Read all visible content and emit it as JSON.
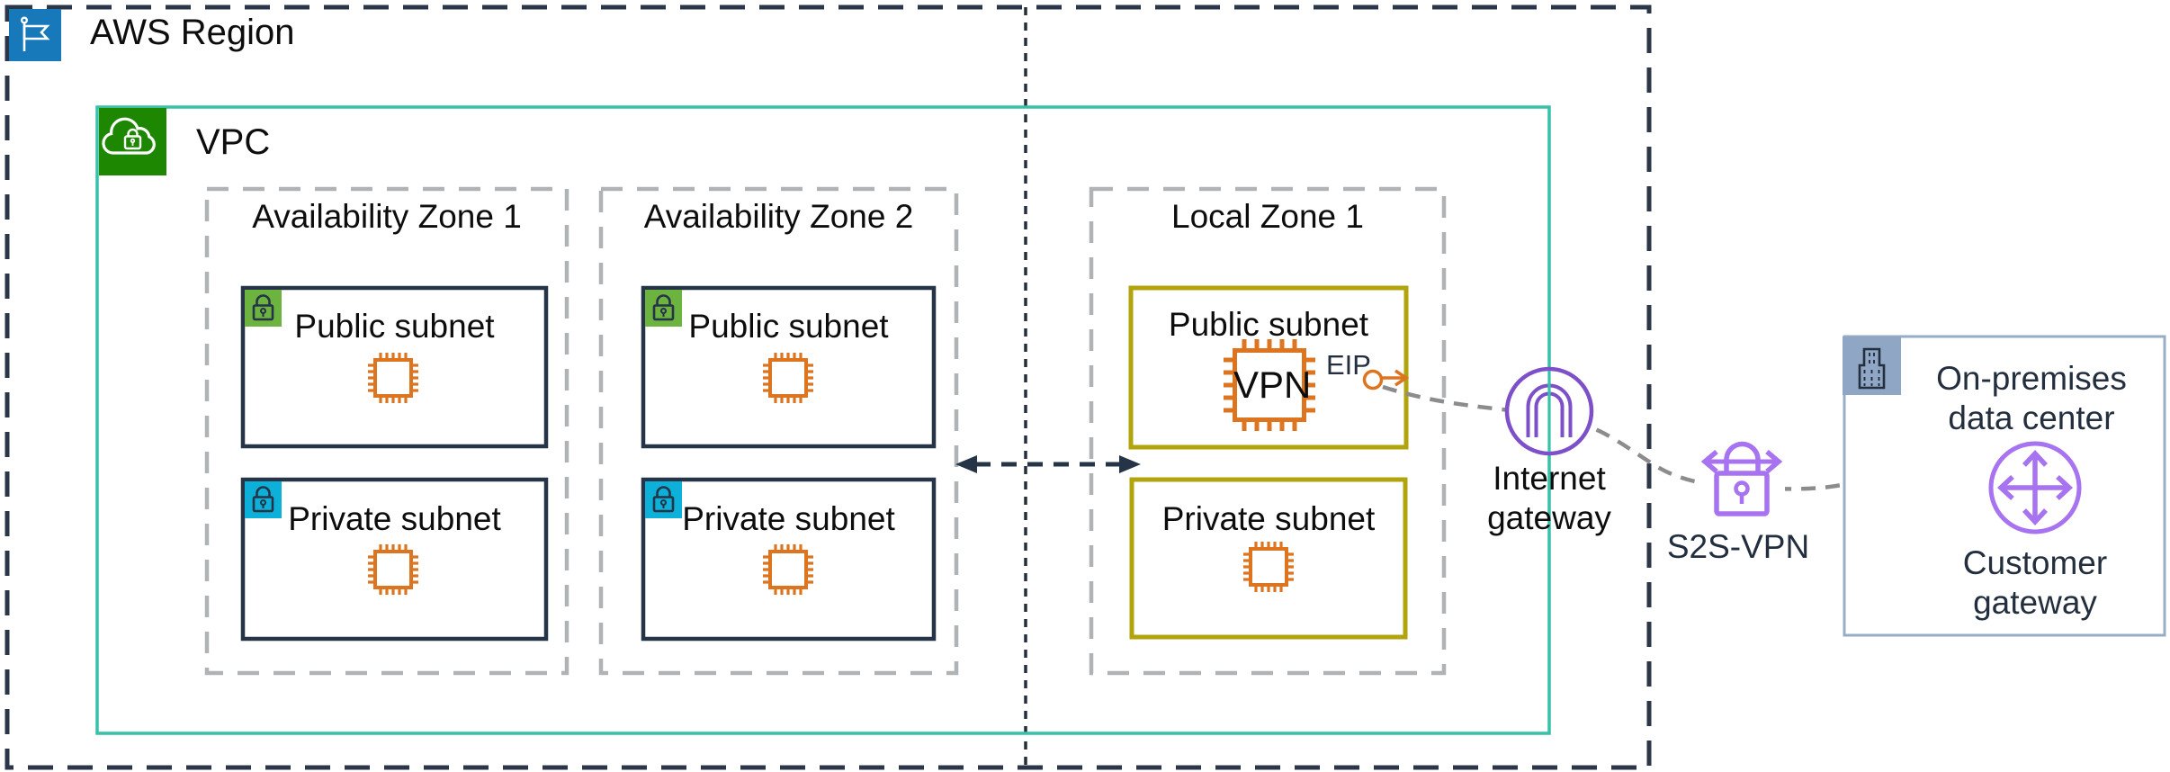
{
  "region": {
    "label": "AWS Region"
  },
  "vpc": {
    "label": "VPC"
  },
  "availability_zone_1": {
    "label": "Availability Zone 1",
    "public_subnet": "Public subnet",
    "private_subnet": "Private subnet"
  },
  "availability_zone_2": {
    "label": "Availability Zone 2",
    "public_subnet": "Public subnet",
    "private_subnet": "Private subnet"
  },
  "local_zone_1": {
    "label": "Local Zone 1",
    "public_subnet": "Public subnet",
    "private_subnet": "Private subnet",
    "vpn_instance_label": "VPN",
    "eip_label": "EIP"
  },
  "internet_gateway": {
    "label": "Internet gateway"
  },
  "s2s_vpn": {
    "label": "S2S-VPN"
  },
  "on_premises": {
    "label": "On-premises data center",
    "customer_gateway": {
      "label": "Customer gateway"
    }
  },
  "icons": {
    "region_icon": "flag-icon",
    "vpc_icon": "cloud-lock-icon",
    "public_subnet_icon": "lock-icon-green",
    "private_subnet_icon": "lock-icon-cyan",
    "instance_icon": "chip-icon",
    "eip_icon": "eip-attachment-icon",
    "internet_gateway_icon": "gateway-arch-icon",
    "s2s_vpn_icon": "vpn-lock-arrows-icon",
    "on_premises_icon": "building-icon",
    "customer_gateway_icon": "cross-arrows-icon"
  },
  "colors": {
    "region_border": "#2b3648",
    "region_icon_blue": "#1779ba",
    "vpc_border": "#38c1a8",
    "vpc_icon_green": "#1e8702",
    "zone_border_gray": "#b0b3b5",
    "subnet_border_navy": "#253447",
    "subnet_border_yellow": "#b2a40c",
    "public_lock_green": "#6db33f",
    "private_lock_cyan": "#0cb0d8",
    "compute_orange": "#dd7420",
    "gateway_purple": "#7d50c9",
    "vpn_light_purple": "#a873f0",
    "onprem_steel_blue": "#8fa7c4",
    "connector_gray": "#8c8c8c",
    "text_dark": "#0d0d0d",
    "text_navy": "#232f3e"
  }
}
